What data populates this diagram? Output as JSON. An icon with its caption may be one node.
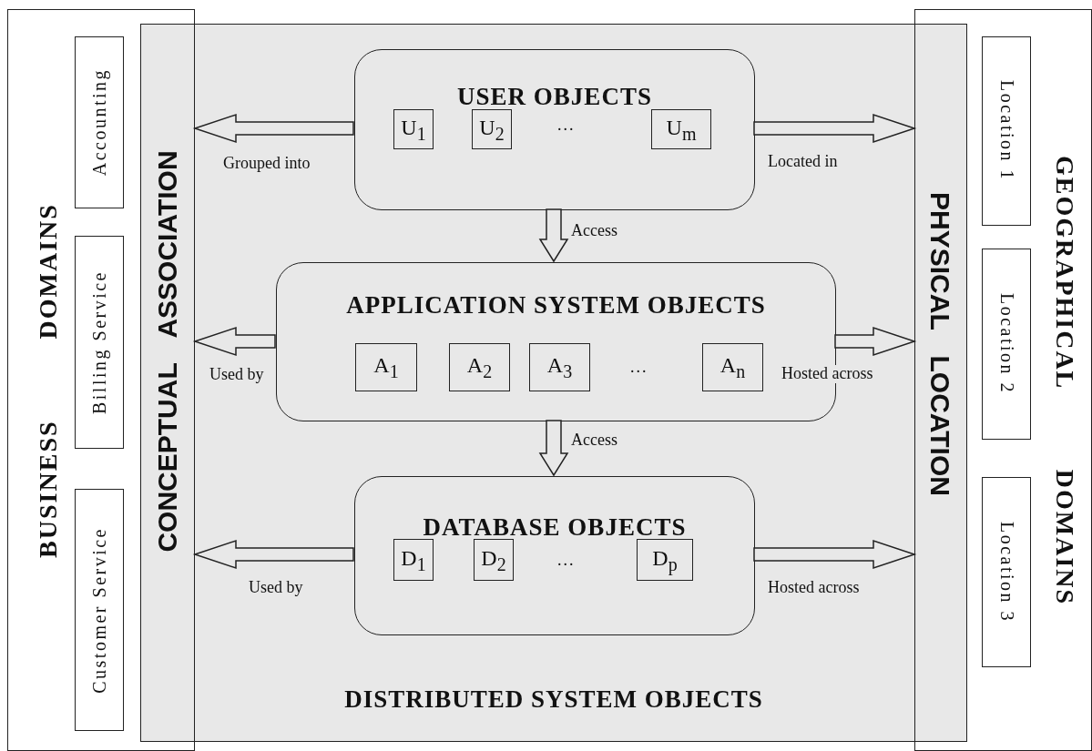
{
  "diagram": {
    "nodes": [
      {
        "text": [
          "BUSINESS DOMAINS"
        ]
      },
      {
        "text": [
          "Accounting"
        ],
        "in": 0
      },
      {
        "text": [
          "Billing Service"
        ],
        "in": 0
      },
      {
        "text": [
          "Customer Service"
        ],
        "in": 0
      },
      {
        "text": [
          "DISTRIBUTED SYSTEM OBJECTS"
        ]
      },
      {
        "text": [
          "USER OBJECTS"
        ],
        "in": 4
      },
      {
        "text": [
          "U$_{1}$"
        ],
        "in": 5
      },
      {
        "text": [
          "U$_{2}$"
        ],
        "in": 5
      },
      {
        "text": [
          "U$_{m}$"
        ],
        "in": 5
      },
      {
        "text": [
          "APPLICATION SYSTEM OBJECTS"
        ],
        "in": 4
      },
      {
        "text": [
          "A$_{1}$"
        ],
        "in": 9
      },
      {
        "text": [
          "A$_{2}$"
        ],
        "in": 9
      },
      {
        "text": [
          "A$_{3}$"
        ],
        "in": 9
      },
      {
        "text": [
          "A$_{n}$"
        ],
        "in": 9
      },
      {
        "text": [
          "DATABASE OBJECTS"
        ],
        "in": 4
      },
      {
        "text": [
          "D$_{1}$"
        ],
        "in": 14
      },
      {
        "text": [
          "D$_{2}$"
        ],
        "in": 14
      },
      {
        "text": [
          "D$_{p}$"
        ],
        "in": 14
      },
      {
        "text": [
          "GEOGRAPHICAL DOMAINS"
        ]
      },
      {
        "text": [
          "Location 1"
        ],
        "in": 18
      },
      {
        "text": [
          "Location 2"
        ],
        "in": 18
      },
      {
        "text": [
          "Location 3"
        ],
        "in": 18
      }
    ],
    "edges": [
      {
        "from": 5,
        "to": 0,
        "arrow": "to",
        "label": "Grouped into"
      },
      {
        "from": 5,
        "to": 18,
        "arrow": "to",
        "label": "Located in"
      },
      {
        "from": 5,
        "to": 9,
        "arrow": "to",
        "label": "Access"
      },
      {
        "from": 9,
        "to": 0,
        "arrow": "to",
        "label": "Used by"
      },
      {
        "from": 9,
        "to": 18,
        "arrow": "to",
        "label": "Hosted across"
      },
      {
        "from": 9,
        "to": 14,
        "arrow": "to",
        "label": "Access"
      },
      {
        "from": 14,
        "to": 0,
        "arrow": "to",
        "label": "Used by"
      },
      {
        "from": 14,
        "to": 18,
        "arrow": "to",
        "label": "Hosted across"
      }
    ],
    "labels": [
      "CONCEPTUAL ASSOCIATION",
      "...",
      "...",
      "...",
      "PHYSICAL LOCATION"
    ]
  }
}
